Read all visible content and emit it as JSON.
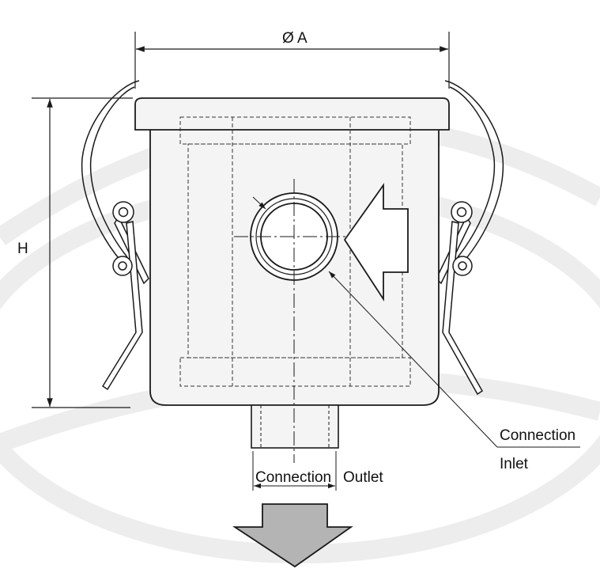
{
  "labels": {
    "diameter": "Ø A",
    "height": "H",
    "connection_inlet": "Connection",
    "inlet": "Inlet",
    "connection_outlet": "Connection",
    "outlet": "Outlet"
  },
  "colors": {
    "line": "#1a1a1a",
    "body_fill": "#f4f4f4",
    "hidden_line": "#333333",
    "flow_arrow_fill": "#b4b4b4",
    "background_ghost": "#ededed"
  },
  "icons": {
    "inlet_flow": "arrow-left-icon",
    "outlet_flow": "arrow-down-icon"
  }
}
